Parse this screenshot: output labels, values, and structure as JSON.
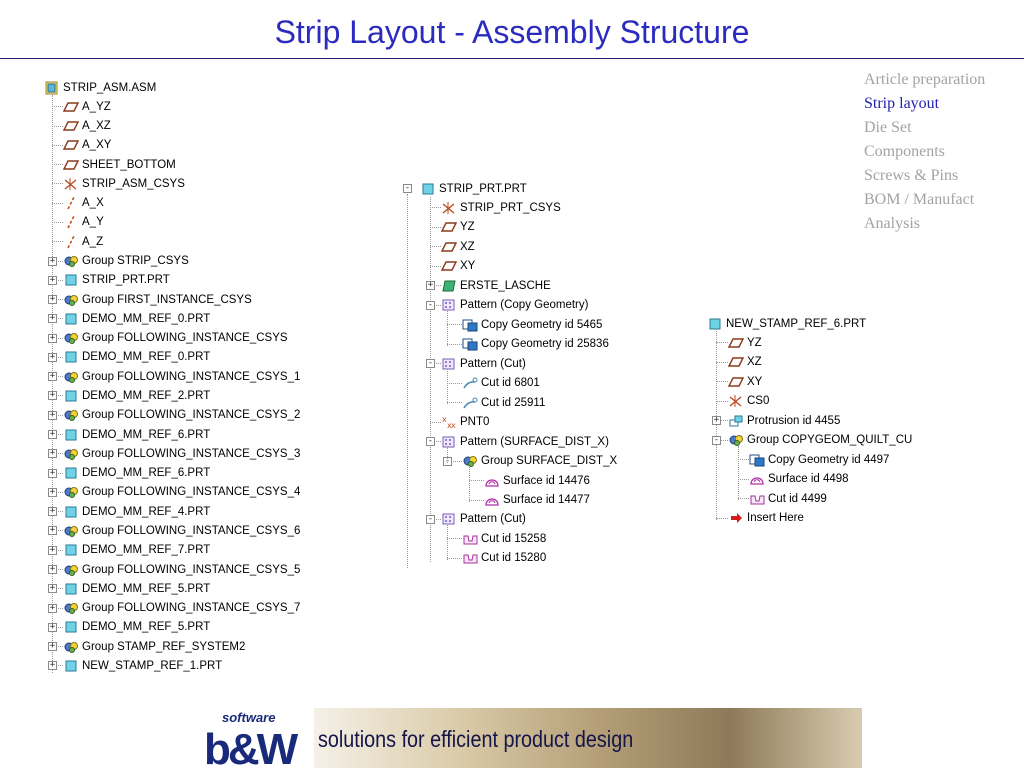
{
  "page": {
    "title": "Strip Layout - Assembly Structure"
  },
  "nav": {
    "items": [
      {
        "label": "Article preparation",
        "active": false
      },
      {
        "label": "Strip layout",
        "active": true
      },
      {
        "label": "Die Set",
        "active": false
      },
      {
        "label": "Components",
        "active": false
      },
      {
        "label": "Screws & Pins",
        "active": false
      },
      {
        "label": "BOM / Manufact",
        "active": false
      },
      {
        "label": "Analysis",
        "active": false
      }
    ],
    "colors": {
      "active": "#1f1fb0",
      "inactive": "#a3a3a3"
    }
  },
  "tree1": {
    "root": {
      "label": "STRIP_ASM.ASM",
      "icon": "assembly-icon"
    },
    "items": [
      {
        "label": "A_YZ",
        "icon": "datum-plane-icon",
        "expandable": false
      },
      {
        "label": "A_XZ",
        "icon": "datum-plane-icon",
        "expandable": false
      },
      {
        "label": "A_XY",
        "icon": "datum-plane-icon",
        "expandable": false
      },
      {
        "label": "SHEET_BOTTOM",
        "icon": "datum-plane-icon",
        "expandable": false
      },
      {
        "label": "STRIP_ASM_CSYS",
        "icon": "csys-icon",
        "expandable": false
      },
      {
        "label": "A_X",
        "icon": "datum-axis-icon",
        "expandable": false
      },
      {
        "label": "A_Y",
        "icon": "datum-axis-icon",
        "expandable": false
      },
      {
        "label": "A_Z",
        "icon": "datum-axis-icon",
        "expandable": false
      },
      {
        "label": "Group STRIP_CSYS",
        "icon": "group-icon",
        "expandable": true
      },
      {
        "label": "STRIP_PRT.PRT",
        "icon": "part-icon",
        "expandable": true
      },
      {
        "label": "Group FIRST_INSTANCE_CSYS",
        "icon": "group-icon",
        "expandable": true
      },
      {
        "label": "DEMO_MM_REF_0.PRT",
        "icon": "part-icon",
        "expandable": true
      },
      {
        "label": "Group FOLLOWING_INSTANCE_CSYS",
        "icon": "group-icon",
        "expandable": true
      },
      {
        "label": "DEMO_MM_REF_0.PRT",
        "icon": "part-icon",
        "expandable": true
      },
      {
        "label": "Group FOLLOWING_INSTANCE_CSYS_1",
        "icon": "group-icon",
        "expandable": true
      },
      {
        "label": "DEMO_MM_REF_2.PRT",
        "icon": "part-icon",
        "expandable": true
      },
      {
        "label": "Group FOLLOWING_INSTANCE_CSYS_2",
        "icon": "group-icon",
        "expandable": true
      },
      {
        "label": "DEMO_MM_REF_6.PRT",
        "icon": "part-icon",
        "expandable": true
      },
      {
        "label": "Group FOLLOWING_INSTANCE_CSYS_3",
        "icon": "group-icon",
        "expandable": true
      },
      {
        "label": "DEMO_MM_REF_6.PRT",
        "icon": "part-icon",
        "expandable": true
      },
      {
        "label": "Group FOLLOWING_INSTANCE_CSYS_4",
        "icon": "group-icon",
        "expandable": true
      },
      {
        "label": "DEMO_MM_REF_4.PRT",
        "icon": "part-icon",
        "expandable": true
      },
      {
        "label": "Group FOLLOWING_INSTANCE_CSYS_6",
        "icon": "group-icon",
        "expandable": true
      },
      {
        "label": "DEMO_MM_REF_7.PRT",
        "icon": "part-icon",
        "expandable": true
      },
      {
        "label": "Group FOLLOWING_INSTANCE_CSYS_5",
        "icon": "group-icon",
        "expandable": true
      },
      {
        "label": "DEMO_MM_REF_5.PRT",
        "icon": "part-icon",
        "expandable": true
      },
      {
        "label": "Group FOLLOWING_INSTANCE_CSYS_7",
        "icon": "group-icon",
        "expandable": true
      },
      {
        "label": "DEMO_MM_REF_5.PRT",
        "icon": "part-icon",
        "expandable": true
      },
      {
        "label": "Group STAMP_REF_SYSTEM2",
        "icon": "group-icon",
        "expandable": true
      },
      {
        "label": "NEW_STAMP_REF_1.PRT",
        "icon": "part-icon",
        "expandable": true
      }
    ]
  },
  "tree2": {
    "root": {
      "label": "STRIP_PRT.PRT",
      "icon": "part-icon"
    },
    "items": [
      {
        "label": "STRIP_PRT_CSYS",
        "icon": "csys-icon",
        "level": 1,
        "expander": null
      },
      {
        "label": "YZ",
        "icon": "datum-plane-icon",
        "level": 1,
        "expander": null
      },
      {
        "label": "XZ",
        "icon": "datum-plane-icon",
        "level": 1,
        "expander": null
      },
      {
        "label": "XY",
        "icon": "datum-plane-icon",
        "level": 1,
        "expander": null
      },
      {
        "label": "ERSTE_LASCHE",
        "icon": "sheetmetal-wall-icon",
        "level": 1,
        "expander": "+"
      },
      {
        "label": "Pattern (Copy Geometry)",
        "icon": "pattern-icon",
        "level": 1,
        "expander": "-"
      },
      {
        "label": "Copy Geometry id 5465",
        "icon": "copy-geometry-icon",
        "level": 2,
        "expander": null
      },
      {
        "label": "Copy Geometry id 25836",
        "icon": "copy-geometry-icon",
        "level": 2,
        "expander": null
      },
      {
        "label": "Pattern (Cut)",
        "icon": "pattern-icon",
        "level": 1,
        "expander": "-"
      },
      {
        "label": "Cut id 6801",
        "icon": "sheetmetal-cut-icon",
        "level": 2,
        "expander": null
      },
      {
        "label": "Cut id 25911",
        "icon": "sheetmetal-cut-icon",
        "level": 2,
        "expander": null
      },
      {
        "label": "PNT0",
        "icon": "datum-point-icon",
        "level": 1,
        "expander": null
      },
      {
        "label": "Pattern (SURFACE_DIST_X)",
        "icon": "pattern-icon",
        "level": 1,
        "expander": "-"
      },
      {
        "label": "Group SURFACE_DIST_X",
        "icon": "group-icon",
        "level": 2,
        "expander": "-"
      },
      {
        "label": "Surface id 14476",
        "icon": "surface-icon",
        "level": 3,
        "expander": null
      },
      {
        "label": "Surface id 14477",
        "icon": "surface-icon",
        "level": 3,
        "expander": null
      },
      {
        "label": "Pattern (Cut)",
        "icon": "pattern-icon",
        "level": 1,
        "expander": "-"
      },
      {
        "label": "Cut id 15258",
        "icon": "cut-icon",
        "level": 2,
        "expander": null
      },
      {
        "label": "Cut id 15280",
        "icon": "cut-icon",
        "level": 2,
        "expander": null
      }
    ]
  },
  "tree3": {
    "root": {
      "label": "NEW_STAMP_REF_6.PRT",
      "icon": "part-icon"
    },
    "items": [
      {
        "label": "YZ",
        "icon": "datum-plane-icon",
        "level": 1,
        "expander": null
      },
      {
        "label": "XZ",
        "icon": "datum-plane-icon",
        "level": 1,
        "expander": null
      },
      {
        "label": "XY",
        "icon": "datum-plane-icon",
        "level": 1,
        "expander": null
      },
      {
        "label": "CS0",
        "icon": "csys-icon",
        "level": 1,
        "expander": null
      },
      {
        "label": "Protrusion id 4455",
        "icon": "protrusion-icon",
        "level": 1,
        "expander": "+"
      },
      {
        "label": "Group COPYGEOM_QUILT_CU",
        "icon": "group-icon",
        "level": 1,
        "expander": "-"
      },
      {
        "label": "Copy Geometry id 4497",
        "icon": "copy-geometry-icon",
        "level": 2,
        "expander": null
      },
      {
        "label": "Surface id 4498",
        "icon": "surface-icon",
        "level": 2,
        "expander": null
      },
      {
        "label": "Cut id 4499",
        "icon": "cut-icon",
        "level": 2,
        "expander": null
      },
      {
        "label": "Insert Here",
        "icon": "insert-here-icon",
        "level": 1,
        "expander": null
      }
    ]
  },
  "banner": {
    "logo_top": "software",
    "logo_main": "b&W",
    "tagline": "solutions for efficient product design"
  }
}
